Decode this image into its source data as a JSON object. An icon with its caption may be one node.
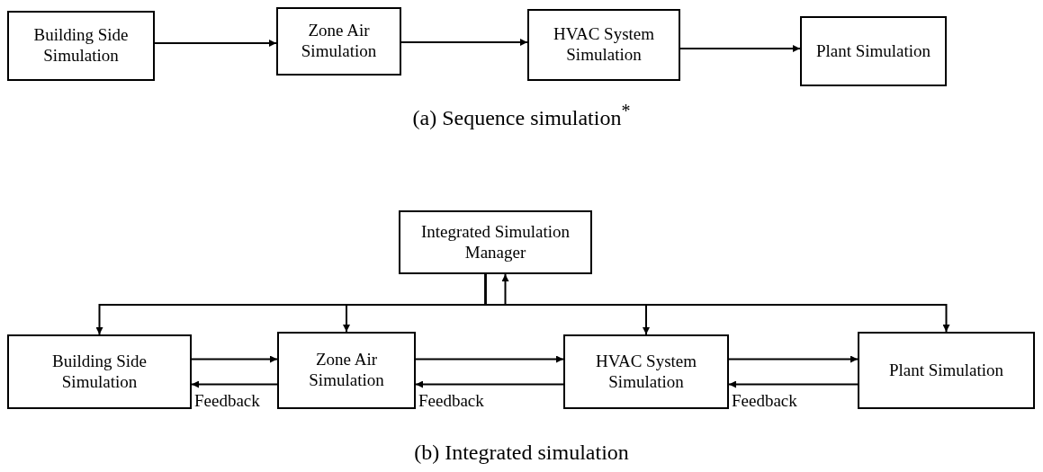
{
  "diagram": {
    "nodes": [
      {
        "text": [
          "Building Side Simulation"
        ]
      },
      {
        "text": [
          "Zone Air Simulation"
        ]
      },
      {
        "text": [
          "HVAC System Simulation"
        ]
      },
      {
        "text": [
          "Plant Simulation"
        ]
      },
      {
        "text": [
          "Integrated Simulation Manager"
        ]
      },
      {
        "text": [
          "Building Side Simulation"
        ]
      },
      {
        "text": [
          "Zone Air Simulation"
        ]
      },
      {
        "text": [
          "HVAC System Simulation"
        ]
      },
      {
        "text": [
          "Plant Simulation"
        ]
      }
    ],
    "edges": [
      {
        "from": 0,
        "to": 1,
        "arrow": "to"
      },
      {
        "from": 1,
        "to": 2,
        "arrow": "to"
      },
      {
        "from": 2,
        "to": 3,
        "arrow": "to"
      },
      {
        "from": 4,
        "to": 5,
        "arrow": "to"
      },
      {
        "from": 4,
        "to": 6,
        "arrow": "to"
      },
      {
        "from": 4,
        "to": 7,
        "arrow": "to"
      },
      {
        "from": 4,
        "to": 8,
        "arrow": "to"
      },
      {
        "from": null,
        "to": 4,
        "arrow": "to"
      },
      {
        "from": 5,
        "to": 6,
        "arrow": "to"
      },
      {
        "from": 6,
        "to": 5,
        "arrow": "to",
        "label": "Feedback"
      },
      {
        "from": 6,
        "to": 7,
        "arrow": "to"
      },
      {
        "from": 7,
        "to": 6,
        "arrow": "to",
        "label": "Feedback"
      },
      {
        "from": 7,
        "to": 8,
        "arrow": "to"
      },
      {
        "from": 8,
        "to": 7,
        "arrow": "to",
        "label": "Feedback"
      }
    ],
    "labels": [
      "(a) Sequence simulation$^{*}$",
      "(b) Integrated simulation"
    ]
  }
}
